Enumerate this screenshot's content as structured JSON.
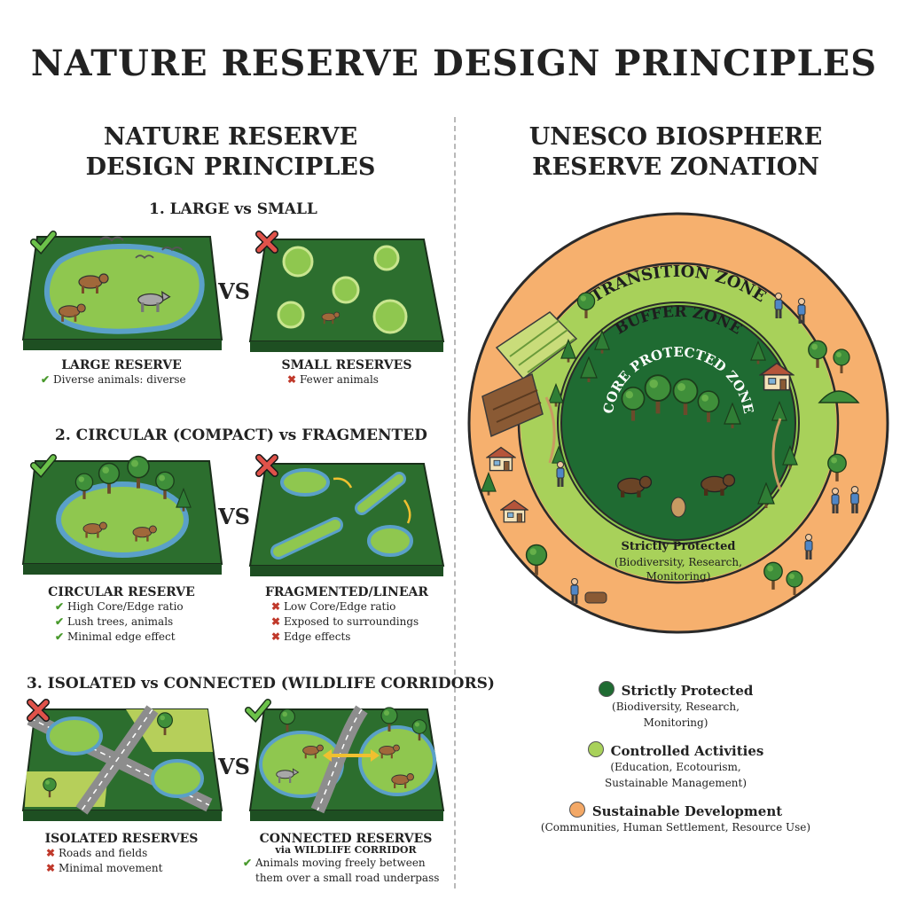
{
  "title": "NATURE RESERVE DESIGN PRINCIPLES",
  "left": {
    "heading_line1": "NATURE RESERVE",
    "heading_line2": "DESIGN PRINCIPLES",
    "vs": "VS",
    "sections": [
      {
        "title": "1. LARGE vs SMALL",
        "left_caption": {
          "title": "LARGE RESERVE",
          "points": [
            {
              "mark": "check",
              "text": "Diverse animals: diverse"
            }
          ]
        },
        "right_caption": {
          "title": "SMALL RESERVES",
          "points": [
            {
              "mark": "cross",
              "text": "Fewer animals"
            }
          ]
        }
      },
      {
        "title": "2. CIRCULAR (COMPACT) vs FRAGMENTED",
        "left_caption": {
          "title": "CIRCULAR RESERVE",
          "points": [
            {
              "mark": "check",
              "text": "High Core/Edge ratio"
            },
            {
              "mark": "check",
              "text": "Lush trees, animals"
            },
            {
              "mark": "check",
              "text": "Minimal edge effect"
            }
          ]
        },
        "right_caption": {
          "title": "FRAGMENTED/LINEAR",
          "points": [
            {
              "mark": "cross",
              "text": "Low Core/Edge ratio"
            },
            {
              "mark": "cross",
              "text": "Exposed to surroundings"
            },
            {
              "mark": "cross",
              "text": "Edge effects"
            }
          ]
        }
      },
      {
        "title": "3. ISOLATED vs CONNECTED (WILDLIFE CORRIDORS)",
        "left_caption": {
          "title": "ISOLATED RESERVES",
          "points": [
            {
              "mark": "cross",
              "text": "Roads and fields"
            },
            {
              "mark": "cross",
              "text": "Minimal movement"
            }
          ]
        },
        "right_caption": {
          "title": "CONNECTED RESERVES",
          "subtitle": "via WILDLIFE CORRIDOR",
          "points": [
            {
              "mark": "check",
              "text": "Animals moving freely between"
            },
            {
              "mark": "none",
              "text": "them over a small road underpass"
            }
          ]
        }
      }
    ]
  },
  "right": {
    "heading_line1": "UNESCO BIOSPHERE",
    "heading_line2": "RESERVE ZONATION",
    "zones": {
      "transition": "TRANSITION ZONE",
      "buffer": "BUFFER ZONE",
      "core": "CORE PROTECTED ZONE"
    },
    "core_desc": {
      "line1": "Strictly Protected",
      "line2": "(Biodiversity, Research,",
      "line3": "Monitoring)"
    },
    "colors": {
      "core": "#1f6b32",
      "buffer": "#a8d15a",
      "transition": "#f3a866"
    },
    "legend": [
      {
        "label": "Strictly Protected",
        "color": "#1f6b32",
        "desc_line1": "(Biodiversity, Research,",
        "desc_line2": "Monitoring)"
      },
      {
        "label": "Controlled Activities",
        "color": "#a8d15a",
        "desc_line1": "(Education, Ecotourism,",
        "desc_line2": "Sustainable Management)"
      },
      {
        "label": "Sustainable Development",
        "color": "#f3a866",
        "desc_line1": "(Communities, Human Settlement, Resource Use)",
        "desc_line2": ""
      }
    ]
  }
}
